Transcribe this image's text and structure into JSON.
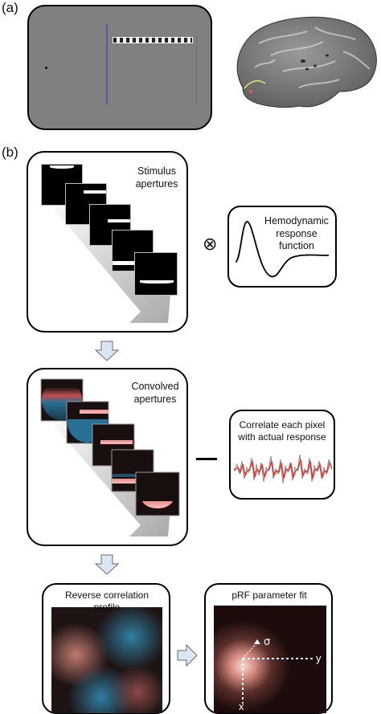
{
  "panel_a": {
    "label": "(a)"
  },
  "panel_b": {
    "label": "(b)",
    "stimulus_box": {
      "title": "Stimulus\napertures"
    },
    "convolve_symbol": "⊗",
    "hrf_box": {
      "title": "Hemodynamic\nresponse\nfunction"
    },
    "convolved_box": {
      "title": "Convolved\napertures"
    },
    "minus_symbol": "—",
    "correlate_box": {
      "title": "Correlate each pixel\nwith actual response"
    },
    "reverse_box": {
      "title": "Reverse correlation\nprofile"
    },
    "prf_box": {
      "title": "pRF parameter fit",
      "sigma": "σ",
      "x": "x",
      "y": "y"
    }
  },
  "colors": {
    "screen_gray": "#808080",
    "fit_red": "#e8302a",
    "data_gray": "#8a8a8a",
    "arrow_blue": "#dbe6f4"
  }
}
